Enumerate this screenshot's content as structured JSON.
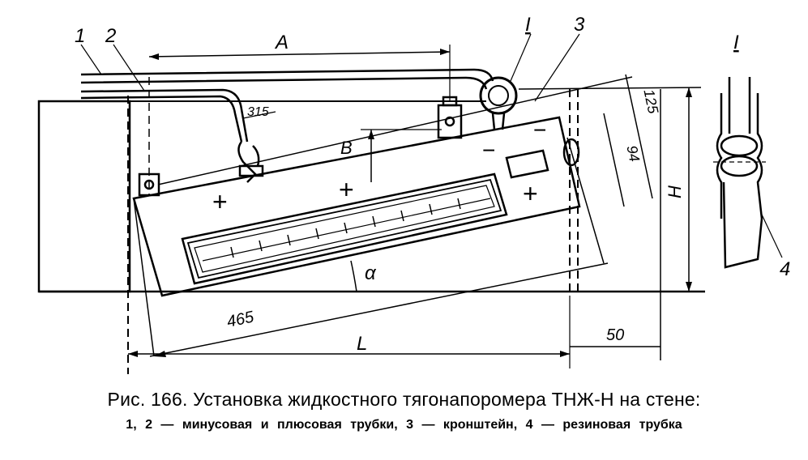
{
  "labels": {
    "tube1": "1",
    "tube2": "2",
    "dim_a": "A",
    "section_ref": "I",
    "bracket3": "3",
    "section_title": "I",
    "dim_315": "315",
    "dim_b": "B",
    "dim_125": "125",
    "dim_94": "94",
    "dim_h": "H",
    "dim_465": "465",
    "alpha": "α",
    "dim_l": "L",
    "dim_50": "50",
    "rubber4": "4",
    "minus1": "−",
    "minus2": "−",
    "plus1": "+",
    "plus2": "+",
    "plus3": "+"
  },
  "caption": {
    "line1": "Рис. 166. Установка жидкостного тягонапоромера ТНЖ-Н на стене:",
    "line2": "1, 2 — минусовая и плюсовая трубки, 3 — кронштейн, 4 — резиновая трубка"
  }
}
